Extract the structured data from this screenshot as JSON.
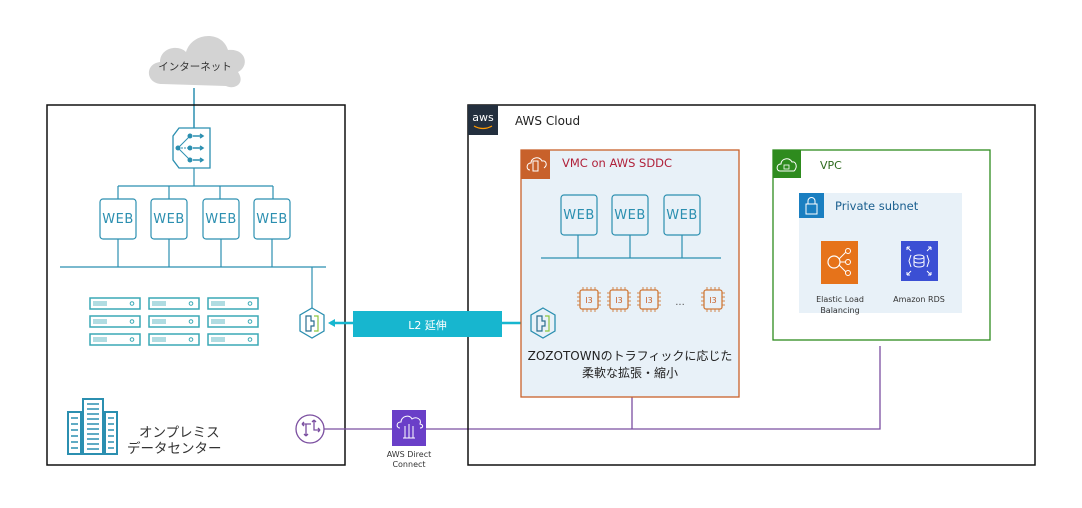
{
  "internet": {
    "label": "インターネット"
  },
  "onprem": {
    "label_line1": "オンプレミス",
    "label_line2": "データセンター",
    "web_servers": [
      "WEB",
      "WEB",
      "WEB",
      "WEB"
    ],
    "rack_rows": 3,
    "rack_cols": 3
  },
  "l2": {
    "label": "L2 延伸"
  },
  "direct_connect": {
    "label_line1": "AWS Direct",
    "label_line2": "Connect"
  },
  "aws_cloud": {
    "title": "AWS Cloud",
    "logo_text": "aws",
    "vmc": {
      "title": "VMC on AWS SDDC",
      "web_servers": [
        "WEB",
        "WEB",
        "WEB"
      ],
      "chips": [
        "I3",
        "I3",
        "I3",
        "I3"
      ],
      "ellipsis": "...",
      "caption_line1": "ZOZOTOWNのトラフィックに応じた",
      "caption_line2": "柔軟な拡張・縮小"
    },
    "vpc": {
      "title": "VPC",
      "subnet": {
        "title": "Private subnet",
        "services": [
          {
            "name_line1": "Elastic Load",
            "name_line2": "Balancing"
          },
          {
            "name_line1": "Amazon RDS",
            "name_line2": ""
          }
        ]
      }
    }
  },
  "colors": {
    "teal": "#2b8fb0",
    "cyan_band": "#17b6cf",
    "vmc_orange": "#c8612b",
    "vmc_title": "#b0213a",
    "vpc_green": "#2e8b1e",
    "subnet_blue": "#1a7fc1",
    "purple": "#7b4fa0",
    "dc_purple": "#6a3fc8",
    "elb_orange": "#e6731a",
    "rds_blue": "#3b4fd4",
    "aws_dark": "#232f3e"
  }
}
